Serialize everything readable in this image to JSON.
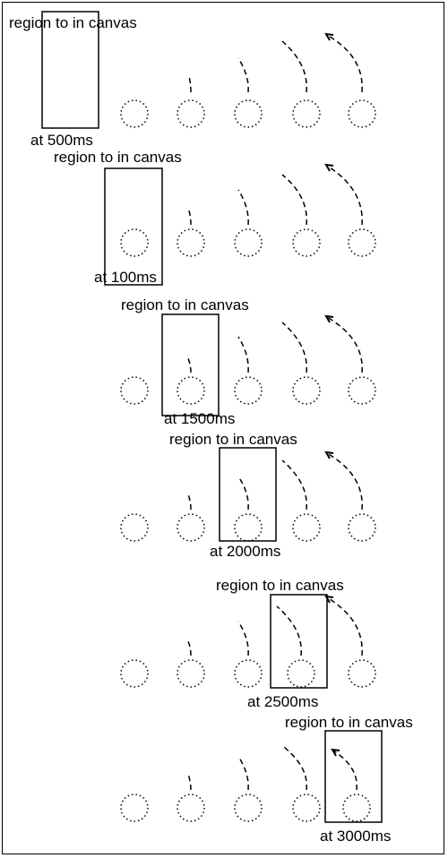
{
  "panels": [
    {
      "title": "region to in canvas",
      "time": "at 500ms"
    },
    {
      "title": "region to in canvas",
      "time": "at 100ms"
    },
    {
      "title": "region to in canvas",
      "time": "at 1500ms"
    },
    {
      "title": "region to in canvas",
      "time": "at 2000ms"
    },
    {
      "title": "region to in canvas",
      "time": "at 2500ms"
    },
    {
      "title": "region to in canvas",
      "time": "at 3000ms"
    }
  ],
  "colors": {
    "stroke": "#000000",
    "background": "#ffffff"
  }
}
